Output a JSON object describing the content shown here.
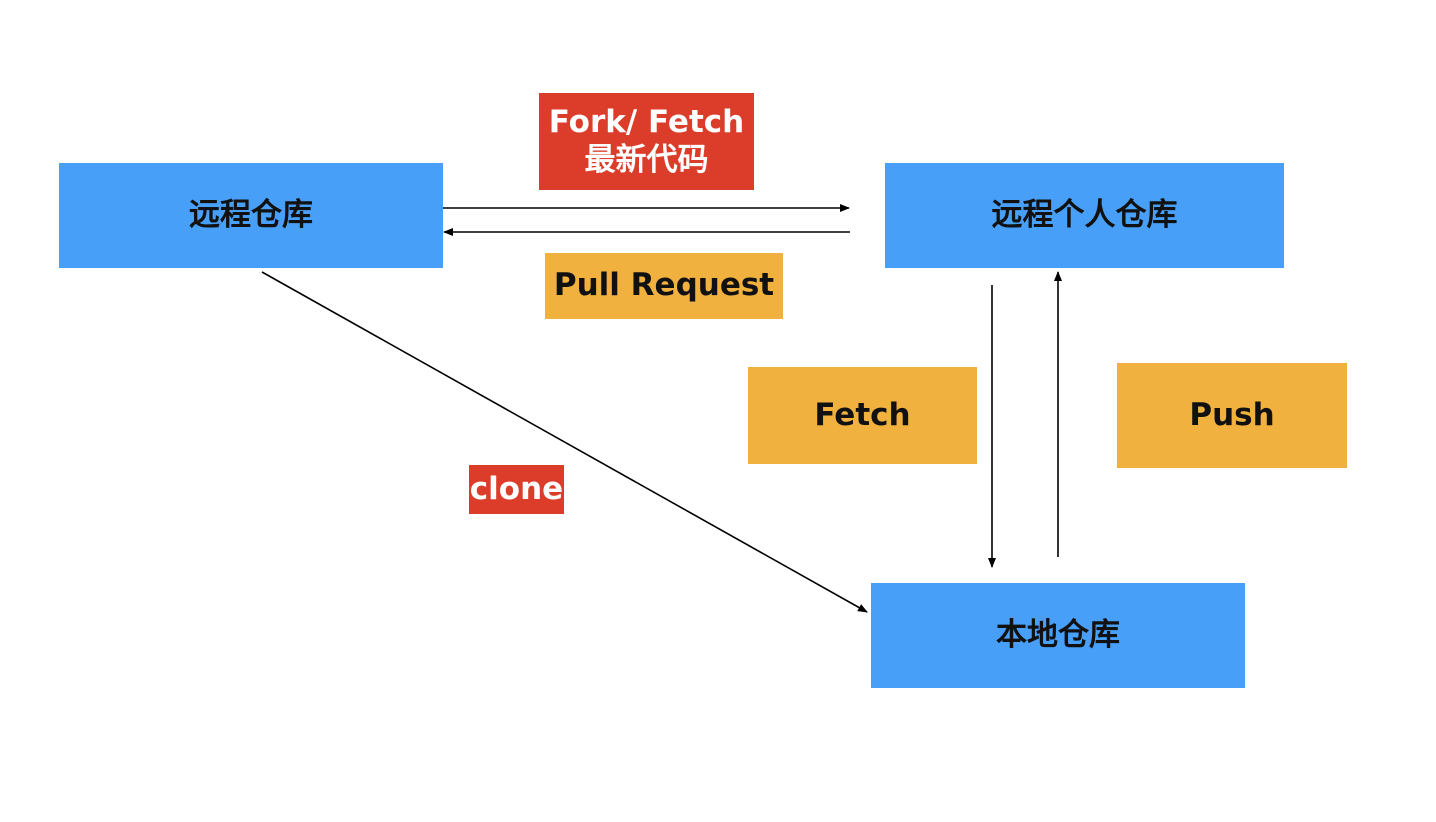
{
  "colors": {
    "node": "#479ff8",
    "edge_label_orange": "#f0b13f",
    "edge_label_red": "#dc3d2a",
    "edge": "#000000"
  },
  "nodes": {
    "remote_repo": "远程仓库",
    "remote_personal_repo": "远程个人仓库",
    "local_repo": "本地仓库"
  },
  "edges": {
    "fork_fetch": {
      "line1": "Fork/ Fetch",
      "line2": "最新代码",
      "from": "remote_repo",
      "to": "remote_personal_repo"
    },
    "pull_request": {
      "label": "Pull Request",
      "from": "remote_personal_repo",
      "to": "remote_repo"
    },
    "fetch": {
      "label": "Fetch",
      "from": "remote_personal_repo",
      "to": "local_repo"
    },
    "push": {
      "label": "Push",
      "from": "local_repo",
      "to": "remote_personal_repo"
    },
    "clone": {
      "label": "clone",
      "from": "remote_repo",
      "to": "local_repo"
    }
  }
}
